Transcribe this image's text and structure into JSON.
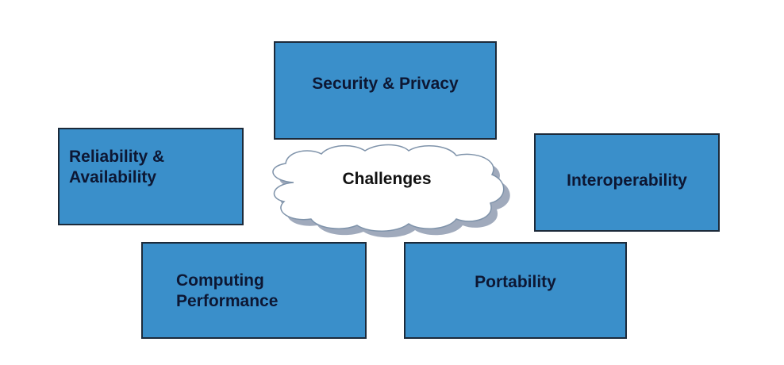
{
  "diagram": {
    "center": {
      "label": "Challenges",
      "shape": "cloud",
      "fill": "#ffffff",
      "shadow": "#8f9bb0"
    },
    "boxes": [
      {
        "id": "security",
        "label": "Security &  Privacy"
      },
      {
        "id": "reliability",
        "label": "Reliability &\nAvailability"
      },
      {
        "id": "interoperability",
        "label": "Interoperability"
      },
      {
        "id": "computing",
        "label": "Computing\nPerformance"
      },
      {
        "id": "portability",
        "label": "Portability"
      }
    ],
    "colors": {
      "box_fill": "#3a8fca",
      "box_border": "#1c2a3a",
      "box_text": "#0d1733",
      "background": "#ffffff"
    }
  }
}
